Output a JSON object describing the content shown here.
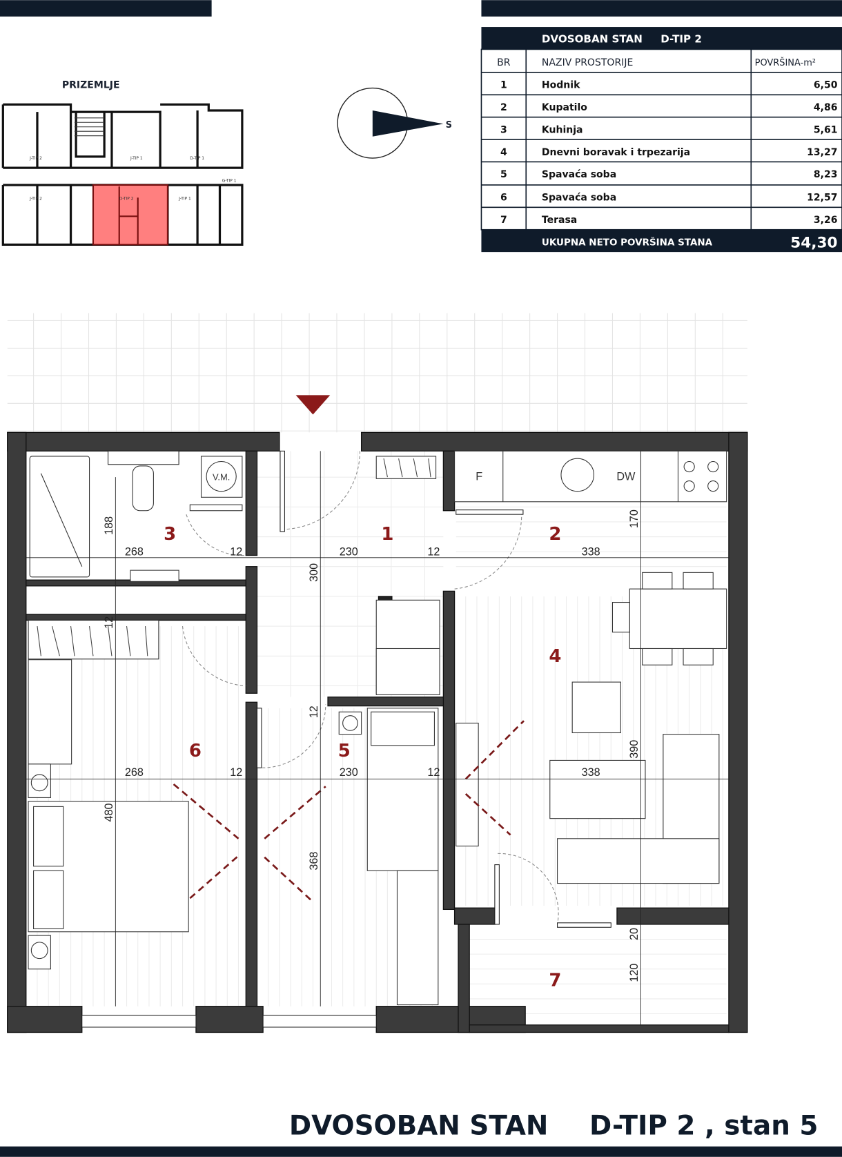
{
  "header": {
    "keyplan_title": "PRIZEMLJE",
    "keyplan_labels": [
      "J-TIP 2",
      "J-TIP 1",
      "D-TIP 1",
      "G-TIP 1",
      "J-TIP 2",
      "D-TIP 2",
      "J-TIP 1"
    ],
    "compass_label": "S"
  },
  "table": {
    "title": "DVOSOBAN STAN     D-TIP 2",
    "col_br": "BR",
    "col_name": "NAZIV PROSTORIJE",
    "col_area": "POVRŠINA-m²",
    "rows": [
      {
        "br": "1",
        "name": "Hodnik",
        "area": "6,50"
      },
      {
        "br": "2",
        "name": "Kupatilo",
        "area": "4,86"
      },
      {
        "br": "3",
        "name": "Kuhinja",
        "area": "5,61"
      },
      {
        "br": "4",
        "name": "Dnevni boravak i trpezarija",
        "area": "13,27"
      },
      {
        "br": "5",
        "name": "Spavaća soba",
        "area": "8,23"
      },
      {
        "br": "6",
        "name": "Spavaća soba",
        "area": "12,57"
      },
      {
        "br": "7",
        "name": "Terasa",
        "area": "3,26"
      }
    ],
    "total_label": "UKUPNA NETO POVRŠINA STANA",
    "total_value": "54,30"
  },
  "plan": {
    "rooms": [
      "1",
      "2",
      "3",
      "4",
      "5",
      "6",
      "7"
    ],
    "appliances": {
      "wm": "V.M.",
      "fridge": "F",
      "dishwasher": "DW"
    },
    "dims": {
      "d268a": "268",
      "d12a": "12",
      "d230a": "230",
      "d12b": "12",
      "d338a": "338",
      "d268b": "268",
      "d12c": "12",
      "d230b": "230",
      "d12d": "12",
      "d338b": "338",
      "d188": "188",
      "d300": "300",
      "d170": "170",
      "d12e": "12",
      "d12f": "12",
      "d480": "480",
      "d368": "368",
      "d390": "390",
      "d20": "20",
      "d120": "120"
    }
  },
  "footer": {
    "title_left": "DVOSOBAN STAN",
    "title_right": "D-TIP 2 , stan 5"
  },
  "colors": {
    "navy": "#0f1b2a",
    "accent_red": "#8b1a1a",
    "keyplan_highlight": "#ff7f7f"
  }
}
